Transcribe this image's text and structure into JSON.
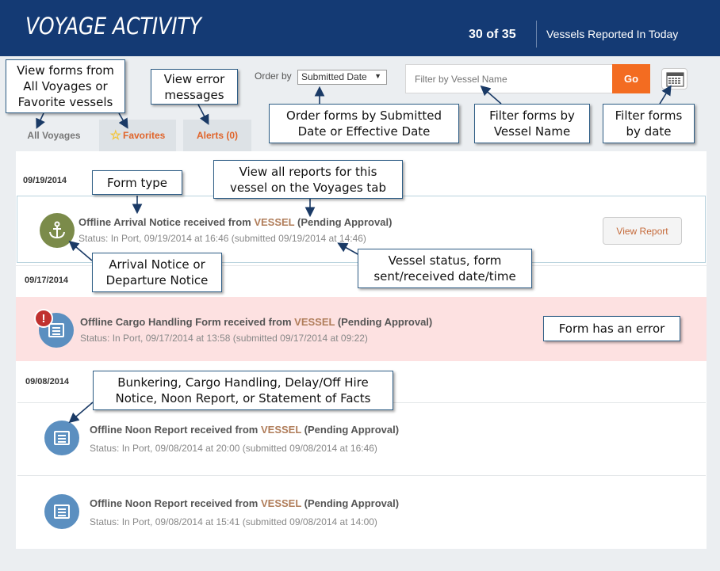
{
  "header": {
    "title": "VOYAGE ACTIVITY",
    "count": "30 of 35",
    "subtitle": "Vessels Reported In Today"
  },
  "controls": {
    "order_label": "Order by",
    "order_value": "Submitted Date",
    "search_placeholder": "Filter by Vessel Name",
    "go_label": "Go"
  },
  "tabs": {
    "all": "All Voyages",
    "favorites": "Favorites",
    "alerts": "Alerts (0)"
  },
  "feed": {
    "dates": [
      "09/19/2014",
      "09/17/2014",
      "09/08/2014"
    ],
    "rows": [
      {
        "prefix": "Offline Arrival Notice received from ",
        "vessel": "VESSEL",
        "suffix": " (Pending Approval)",
        "status": "Status: In Port, 09/19/2014 at 16:46 (submitted 09/19/2014 at 14:46)"
      },
      {
        "prefix": "Offline Cargo Handling Form received from ",
        "vessel": "VESSEL",
        "suffix": " (Pending Approval)",
        "status": "Status: In Port, 09/17/2014 at 13:58 (submitted 09/17/2014 at 09:22)"
      },
      {
        "prefix": "Offline Noon Report received from ",
        "vessel": "VESSEL",
        "suffix": " (Pending Approval)",
        "status": "Status: In Port, 09/08/2014 at 20:00 (submitted 09/08/2014 at 16:46)"
      },
      {
        "prefix": "Offline Noon Report received from ",
        "vessel": "VESSEL",
        "suffix": " (Pending Approval)",
        "status": "Status: In Port, 09/08/2014 at 15:41 (submitted 09/08/2014 at 14:00)"
      }
    ],
    "view_report_label": "View Report",
    "error_badge": "!"
  },
  "callouts": {
    "view_forms": "View forms from\nAll Voyages or\nFavorite vessels",
    "view_errors": "View error\nmessages",
    "order_forms": "Order forms by Submitted\nDate or Effective Date",
    "filter_name": "Filter forms by\nVessel Name",
    "filter_date": "Filter forms\nby date",
    "form_type": "Form type",
    "view_all": "View all reports for this\nvessel on the Voyages tab",
    "arrival": "Arrival Notice or\nDeparture Notice",
    "vessel_status": "Vessel status, form\nsent/received date/time",
    "form_error": "Form has an error",
    "types": "Bunkering, Cargo Handling, Delay/Off Hire\nNotice, Noon Report, or Statement of Facts"
  },
  "colors": {
    "header_bg": "#143a74",
    "go_button": "#f36c21",
    "vessel_text": "#b07d5a",
    "error_row": "#fde1e1"
  },
  "icons": {
    "anchor": "anchor-icon",
    "document": "document-icon",
    "star": "star-icon",
    "calendar": "calendar-icon",
    "error": "error-icon"
  }
}
